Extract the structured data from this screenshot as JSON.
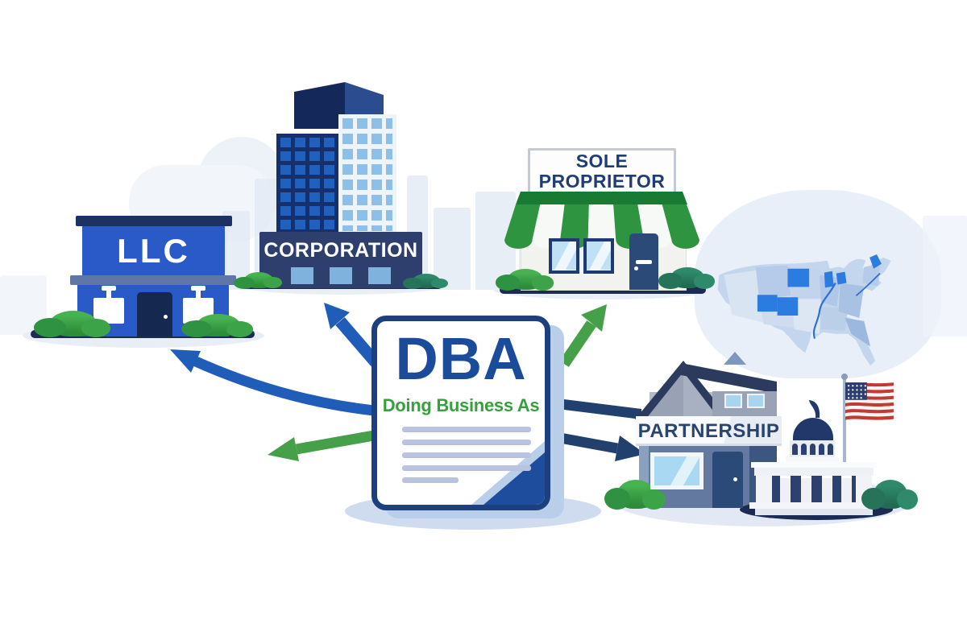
{
  "document": {
    "acronym": "DBA",
    "subtitle": "Doing Business As",
    "placeholder_line_count": 5
  },
  "entities": {
    "llc": {
      "label": "LLC"
    },
    "corporation": {
      "label": "CORPORATION"
    },
    "sole_proprietor": {
      "label_line1": "SOLE",
      "label_line2": "PROPRIETOR"
    },
    "partnership": {
      "label": "PARTNERSHIP"
    }
  },
  "connections": [
    {
      "from": "dba-document",
      "to": "corporation",
      "style": "straight",
      "color": "#1f5db8"
    },
    {
      "from": "dba-document",
      "to": "llc",
      "style": "curved",
      "color": "#1f5db8"
    },
    {
      "from": "dba-document",
      "to": "left",
      "style": "straight",
      "color": "#45a049"
    },
    {
      "from": "dba-document",
      "to": "sole-proprietor",
      "style": "straight",
      "color": "#45a049"
    },
    {
      "from": "dba-document",
      "to": "partnership-upper",
      "style": "straight",
      "color": "#22406e"
    },
    {
      "from": "dba-document",
      "to": "partnership-lower",
      "style": "straight",
      "color": "#22406e"
    }
  ],
  "colors": {
    "navy": "#1e3f7e",
    "brand_blue": "#2a5ac8",
    "green": "#35a03c",
    "arrow_blue": "#1f5db8",
    "arrow_green": "#45a049",
    "arrow_navy": "#22406e",
    "awning_green": "#2e9440",
    "map_highlight": "#2b7ce0",
    "flag_red": "#c23b33"
  },
  "icons": [
    "llc-building",
    "corporation-building",
    "sole-proprietor-storefront",
    "partnership-building",
    "government-building",
    "us-map",
    "us-flag",
    "dba-document"
  ]
}
